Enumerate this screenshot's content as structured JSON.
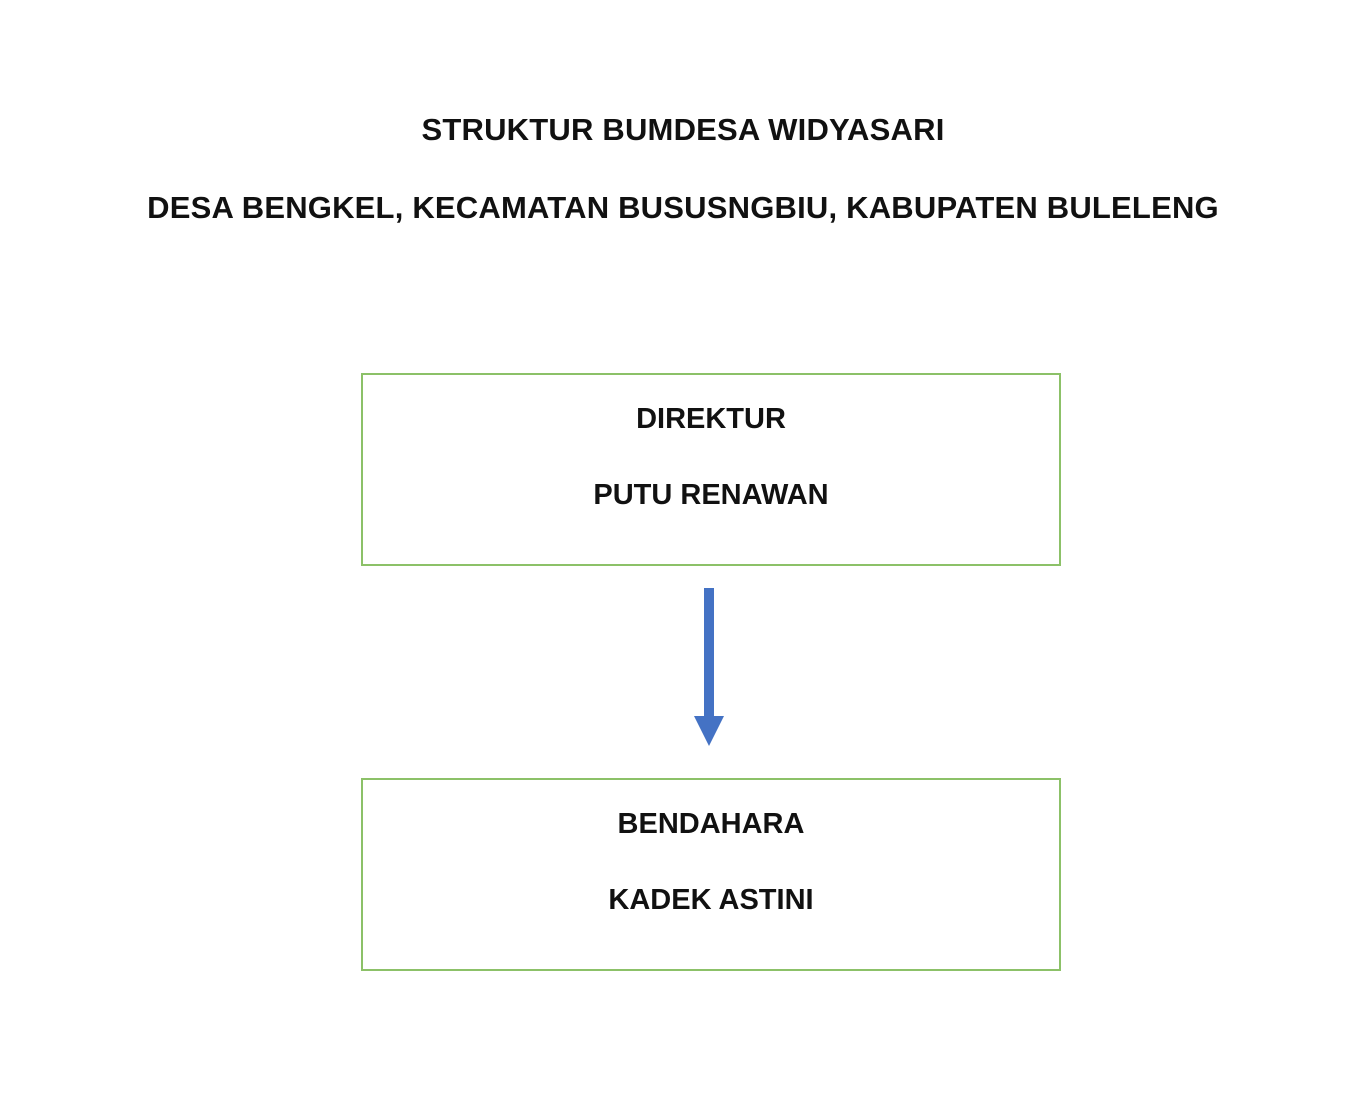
{
  "diagram": {
    "title_line_1": "STRUKTUR BUMDESA WIDYASARI",
    "title_line_2": "DESA BENGKEL, KECAMATAN BUSUSNGBIU, KABUPATEN BULELENG",
    "nodes": [
      {
        "role": "DIREKTUR",
        "name": "PUTU RENAWAN"
      },
      {
        "role": "BENDAHARA",
        "name": "KADEK ASTINI"
      }
    ],
    "edges": [
      {
        "from": 0,
        "to": 1,
        "type": "arrow-down"
      }
    ],
    "colors": {
      "box_border": "#8cc168",
      "arrow": "#4472c4",
      "text": "#111111",
      "background": "#ffffff"
    }
  }
}
